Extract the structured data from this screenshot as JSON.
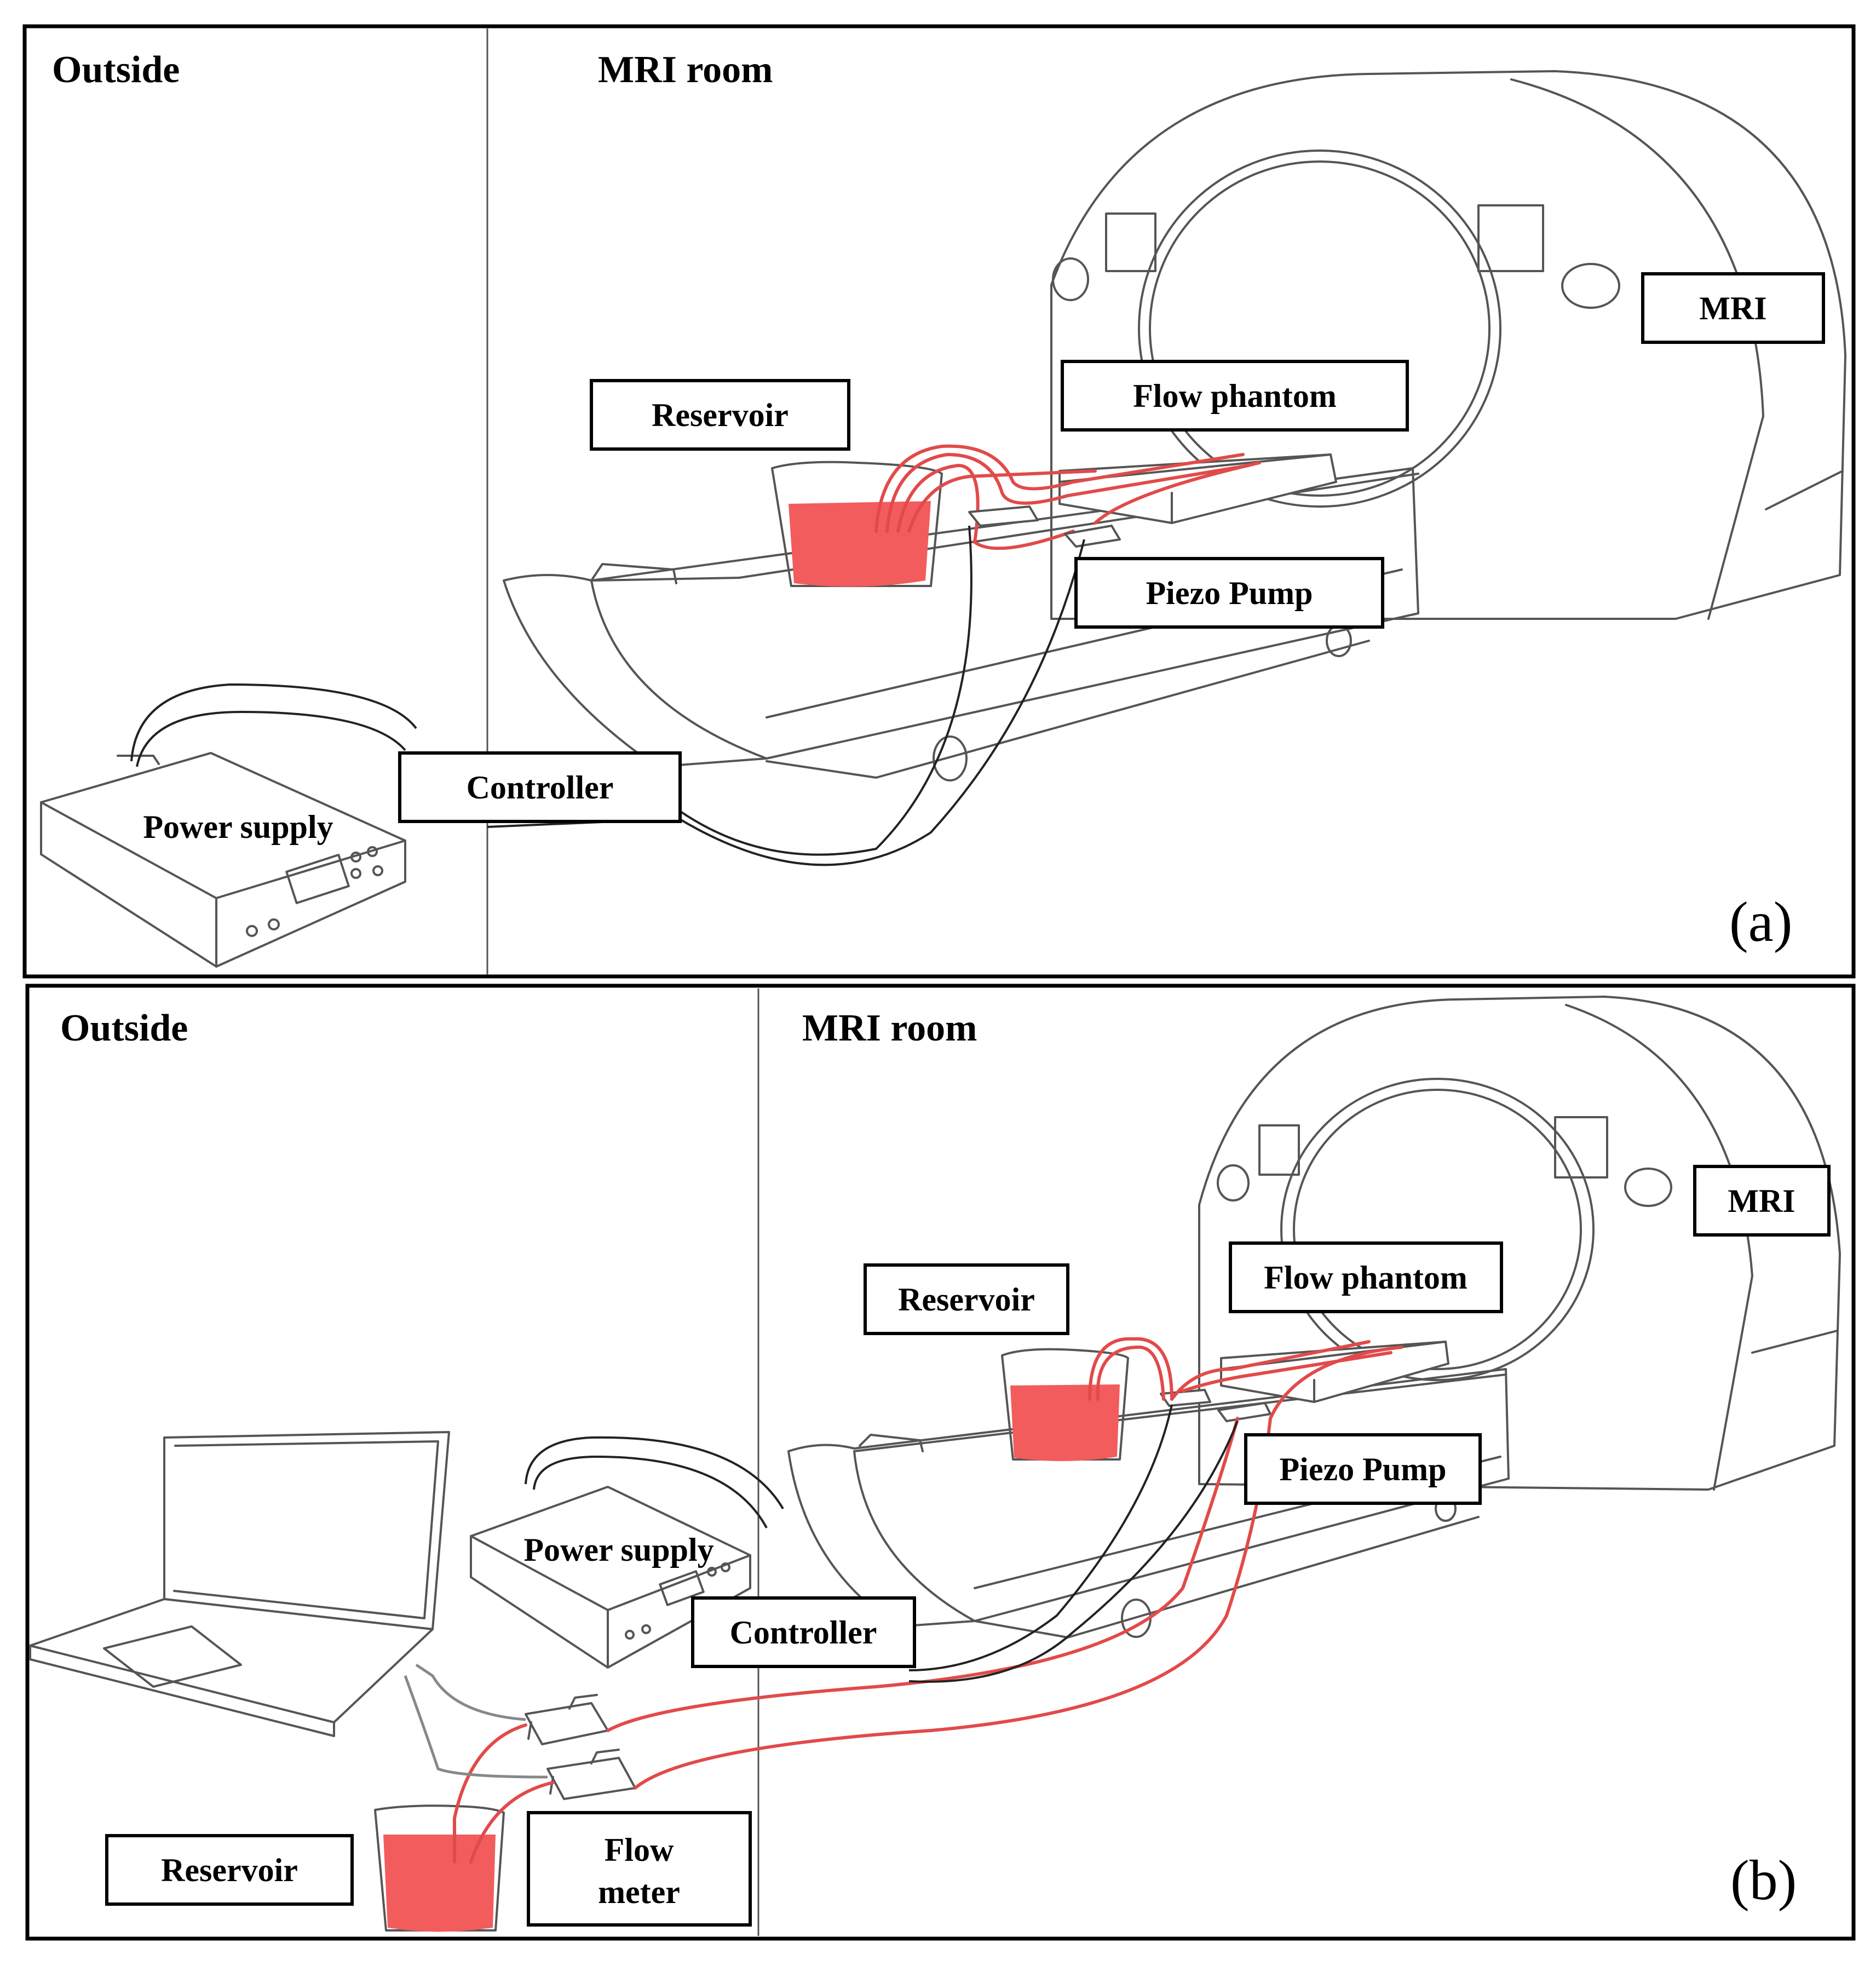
{
  "colors": {
    "liquid": "#f25c5c",
    "tubing": "#e24a4a",
    "line": "#555555",
    "frame": "#000000"
  },
  "panel_a": {
    "tag": "(a)",
    "zone_outside": "Outside",
    "zone_mri_room": "MRI room",
    "labels": {
      "mri": "MRI",
      "flow_phantom": "Flow phantom",
      "reservoir": "Reservoir",
      "piezo_pump": "Piezo Pump",
      "controller": "Controller",
      "power_supply": "Power supply"
    }
  },
  "panel_b": {
    "tag": "(b)",
    "zone_outside": "Outside",
    "zone_mri_room": "MRI room",
    "labels": {
      "mri": "MRI",
      "flow_phantom": "Flow phantom",
      "reservoir_room": "Reservoir",
      "piezo_pump": "Piezo Pump",
      "power_supply": "Power supply",
      "controller": "Controller",
      "reservoir_outside": "Reservoir",
      "flow_meter_line1": "Flow",
      "flow_meter_line2": "meter"
    }
  }
}
